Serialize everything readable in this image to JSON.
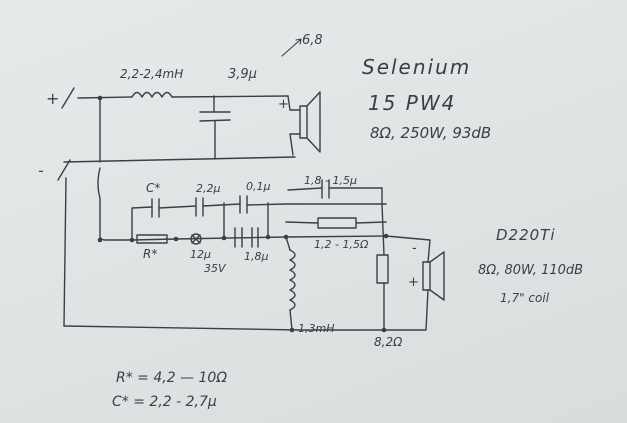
{
  "schematic": {
    "woofer": {
      "input_plus": "+",
      "input_minus": "-",
      "inductor_label": "2,2-2,4mH",
      "capacitor_label": "3,9μ",
      "capacitor_alt": "6,8",
      "speaker_plus": "+",
      "model_brand": "Selenium",
      "model_name": "15 PW4",
      "specs": "8Ω, 250W, 93dB"
    },
    "tweeter": {
      "c_star": "C*",
      "cap_2u2": "2,2μ",
      "cap_0u1": "0,1μ",
      "cap_1u8": "1,8 - 1,5μ",
      "r_star": "R*",
      "cap_12u": "12μ",
      "cap_12u_voltage": "35V",
      "cap_1u8b": "1,8μ",
      "resistor_label": "1,2 - 1,5Ω",
      "inductor_label": "1,3mH",
      "resistor_8r2": "8,2Ω",
      "minus": "-",
      "plus": "+",
      "model_name": "D220Ti",
      "specs": "8Ω, 80W, 110dB",
      "coil": "1,7\" coil"
    },
    "notes": {
      "r_star_range": "R* = 4,2 — 10Ω",
      "c_star_range": "C* = 2,2 - 2,7μ"
    }
  }
}
